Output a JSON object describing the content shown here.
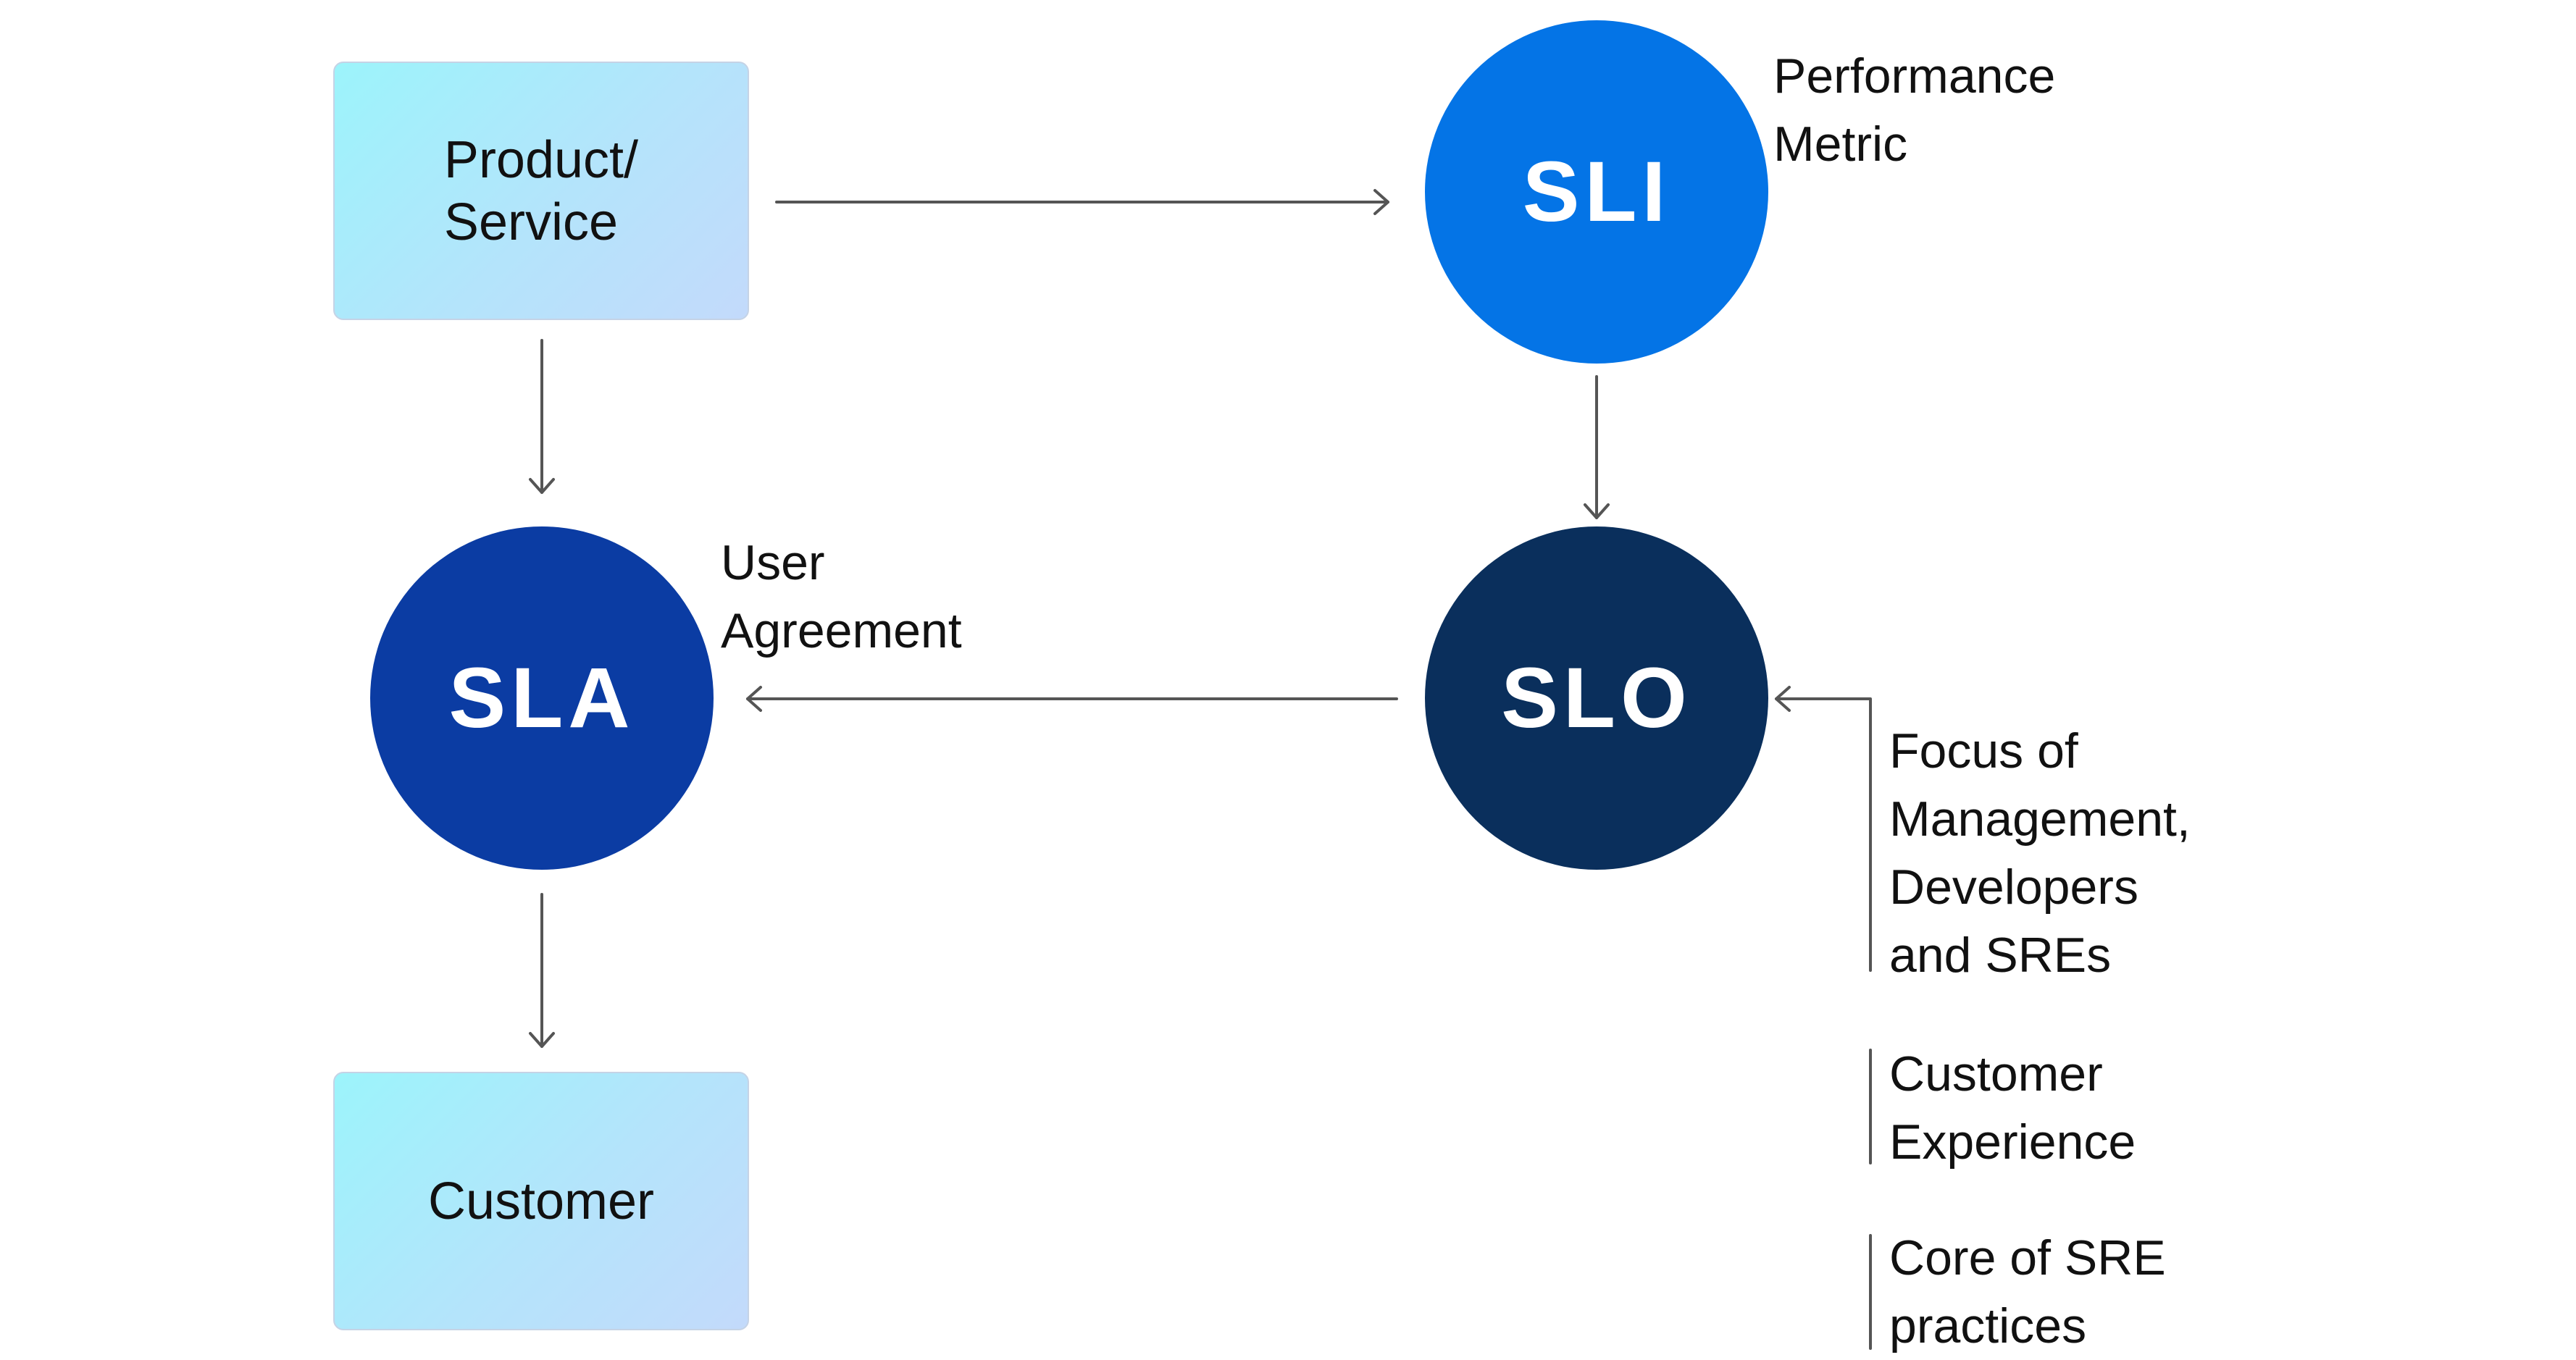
{
  "nodes": {
    "product_service": {
      "label": "Product/\nService"
    },
    "customer": {
      "label": "Customer"
    },
    "sli": {
      "label": "SLI",
      "color": "#0474e6"
    },
    "slo": {
      "label": "SLO",
      "color": "#0a2f5c"
    },
    "sla": {
      "label": "SLA",
      "color": "#0b3ca3"
    }
  },
  "annotations": {
    "sli": "Performance\nMetric",
    "sla": "User\nAgreement",
    "slo_focus": "Focus of\nManagement,\nDevelopers\nand SREs",
    "customer_experience": "Customer\nExperience",
    "core_sre": "Core of SRE\npractices"
  },
  "colors": {
    "box_gradient_start": "#9cf4fb",
    "box_gradient_end": "#c3dafb",
    "connector": "#555555"
  }
}
